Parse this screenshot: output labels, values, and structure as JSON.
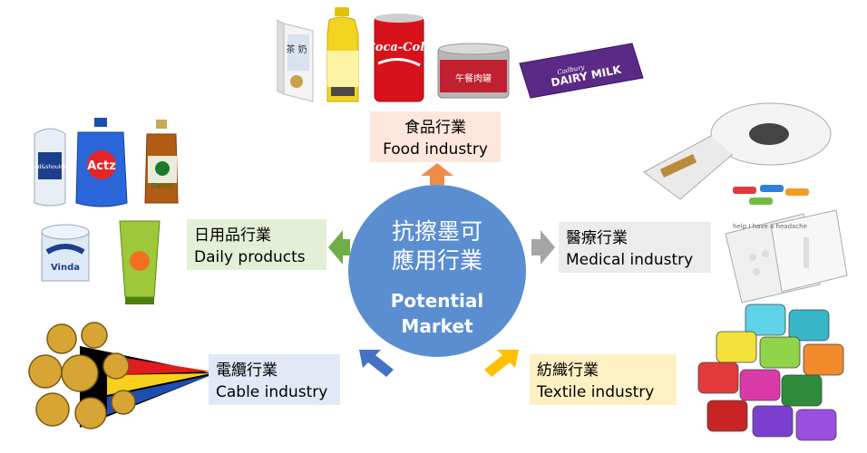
{
  "hub": {
    "title_zh_line1": "抗擦墨可",
    "title_zh_line2": "應用行業",
    "title_en_line1": "Potential",
    "title_en_line2": "Market"
  },
  "industries": {
    "food": {
      "zh": "食品行業",
      "en": "Food industry",
      "arrow_color": "#f08c4a"
    },
    "daily": {
      "zh": "日用品行業",
      "en": "Daily products",
      "arrow_color": "#70ad47"
    },
    "medical": {
      "zh": "醫療行業",
      "en": "Medical industry",
      "arrow_color": "#a5a5a5"
    },
    "cable": {
      "zh": "電纜行業",
      "en": "Cable industry",
      "arrow_color": "#4472c4"
    },
    "textile": {
      "zh": "紡織行業",
      "en": "Textile industry",
      "arrow_color": "#ffc000"
    }
  },
  "product_images": {
    "food": [
      "Milk Tea Box",
      "Mizone Bottle",
      "Coca-Cola Can",
      "Luncheon Meat Tin",
      "Dairy Milk Bar"
    ],
    "daily": [
      "Head & Shoulders",
      "Actz Detergent",
      "Dettol",
      "Vinda Tissue",
      "Facial Scrub"
    ],
    "medical": [
      "Wristband Roll",
      "Bandages",
      "Blister Packs"
    ],
    "cable": [
      "Cable Bundle"
    ],
    "textile": [
      "Thread Spools"
    ]
  },
  "visible_text": {
    "milk_tea": "茶\n奶",
    "coke": "Coca-Cola",
    "tin": "午餐肉罐",
    "dairy_milk": "DAIRY MILK",
    "cadbury": "Cadbury",
    "head_shoulders": "head&shoulders",
    "actz": "Actz",
    "dettol": "Dettol",
    "vinda": "Vinda",
    "medical_card": "help  I have a headache"
  }
}
